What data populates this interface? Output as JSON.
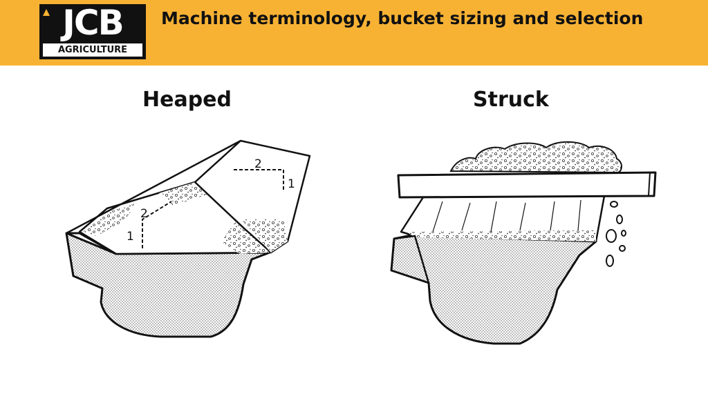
{
  "header": {
    "title": "Machine terminology, bucket sizing and selection",
    "background_color": "#f7b234"
  },
  "logo": {
    "brand": "JCB",
    "division": "AGRICULTURE"
  },
  "diagram": {
    "heaped": {
      "label": "Heaped",
      "callouts": [
        "1",
        "2",
        "1",
        "2"
      ]
    },
    "struck": {
      "label": "Struck"
    }
  }
}
